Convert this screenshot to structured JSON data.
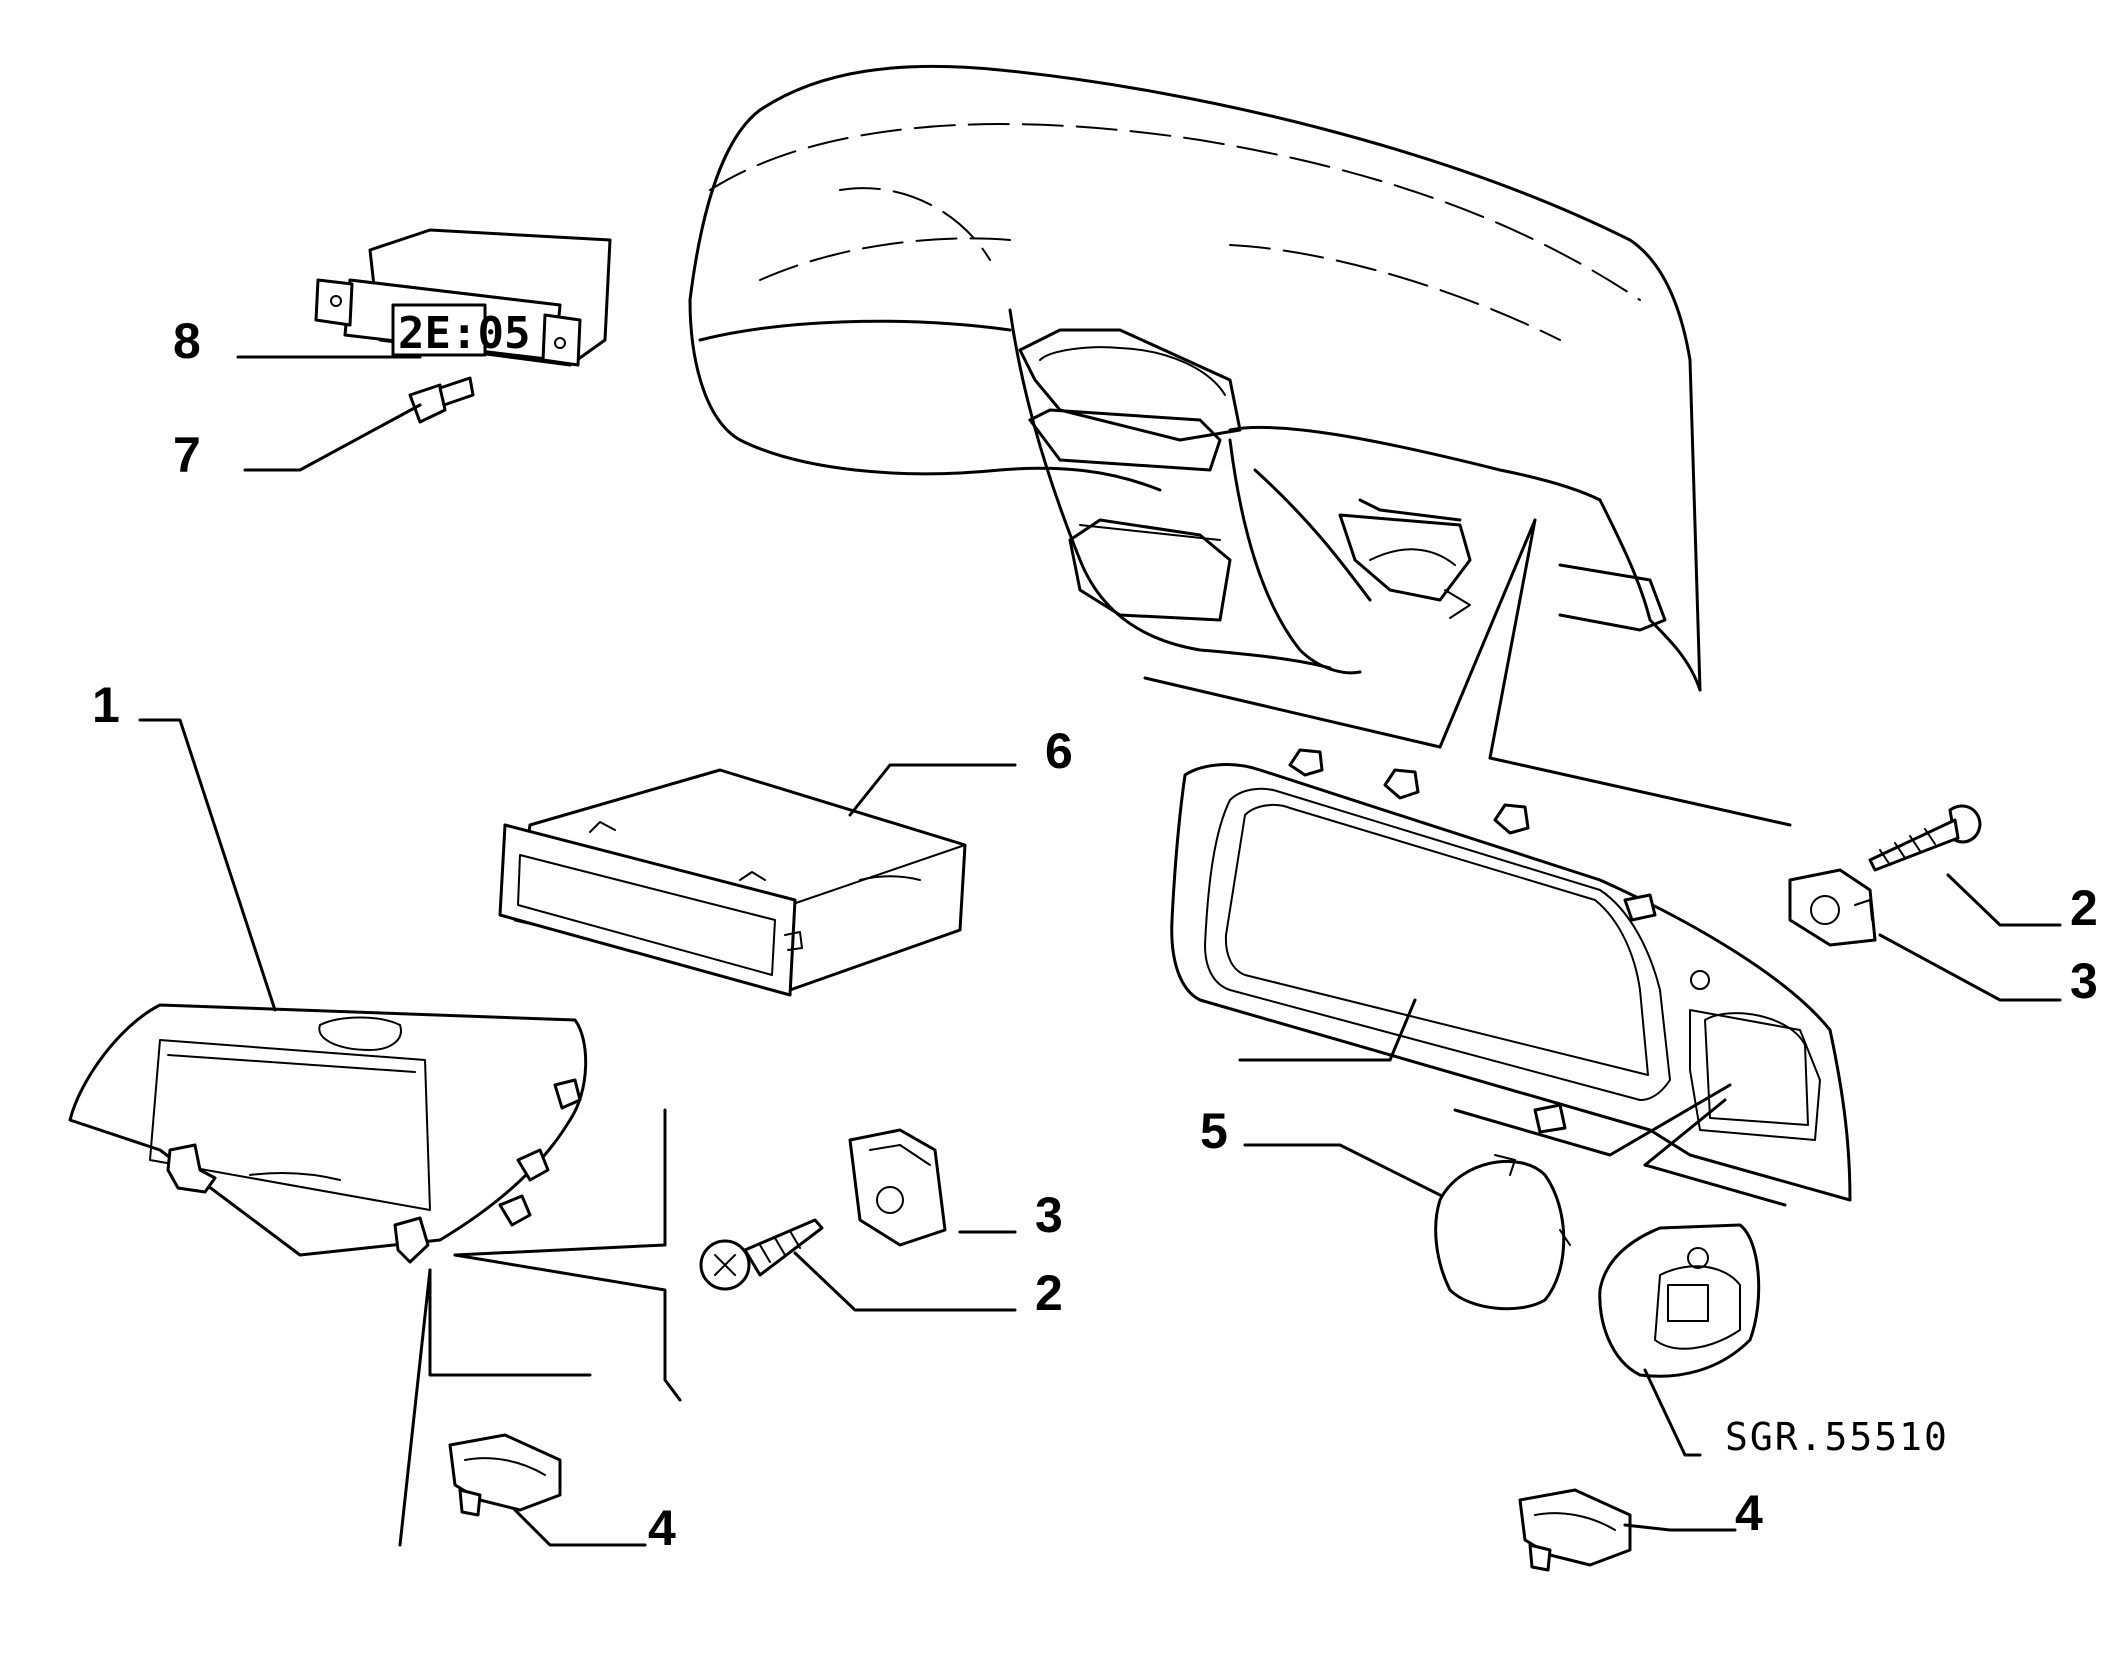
{
  "callouts": [
    {
      "id": "label-8",
      "text": "8"
    },
    {
      "id": "label-7",
      "text": "7"
    },
    {
      "id": "label-1",
      "text": "1"
    },
    {
      "id": "label-6",
      "text": "6"
    },
    {
      "id": "label-2-right",
      "text": "2"
    },
    {
      "id": "label-3-right",
      "text": "3"
    },
    {
      "id": "label-5",
      "text": "5"
    },
    {
      "id": "label-3-mid",
      "text": "3"
    },
    {
      "id": "label-2-mid",
      "text": "2"
    },
    {
      "id": "label-4-left",
      "text": "4"
    },
    {
      "id": "label-4-right",
      "text": "4"
    }
  ],
  "clock_display": "2E:05",
  "drawing_code": "SGR.55510"
}
